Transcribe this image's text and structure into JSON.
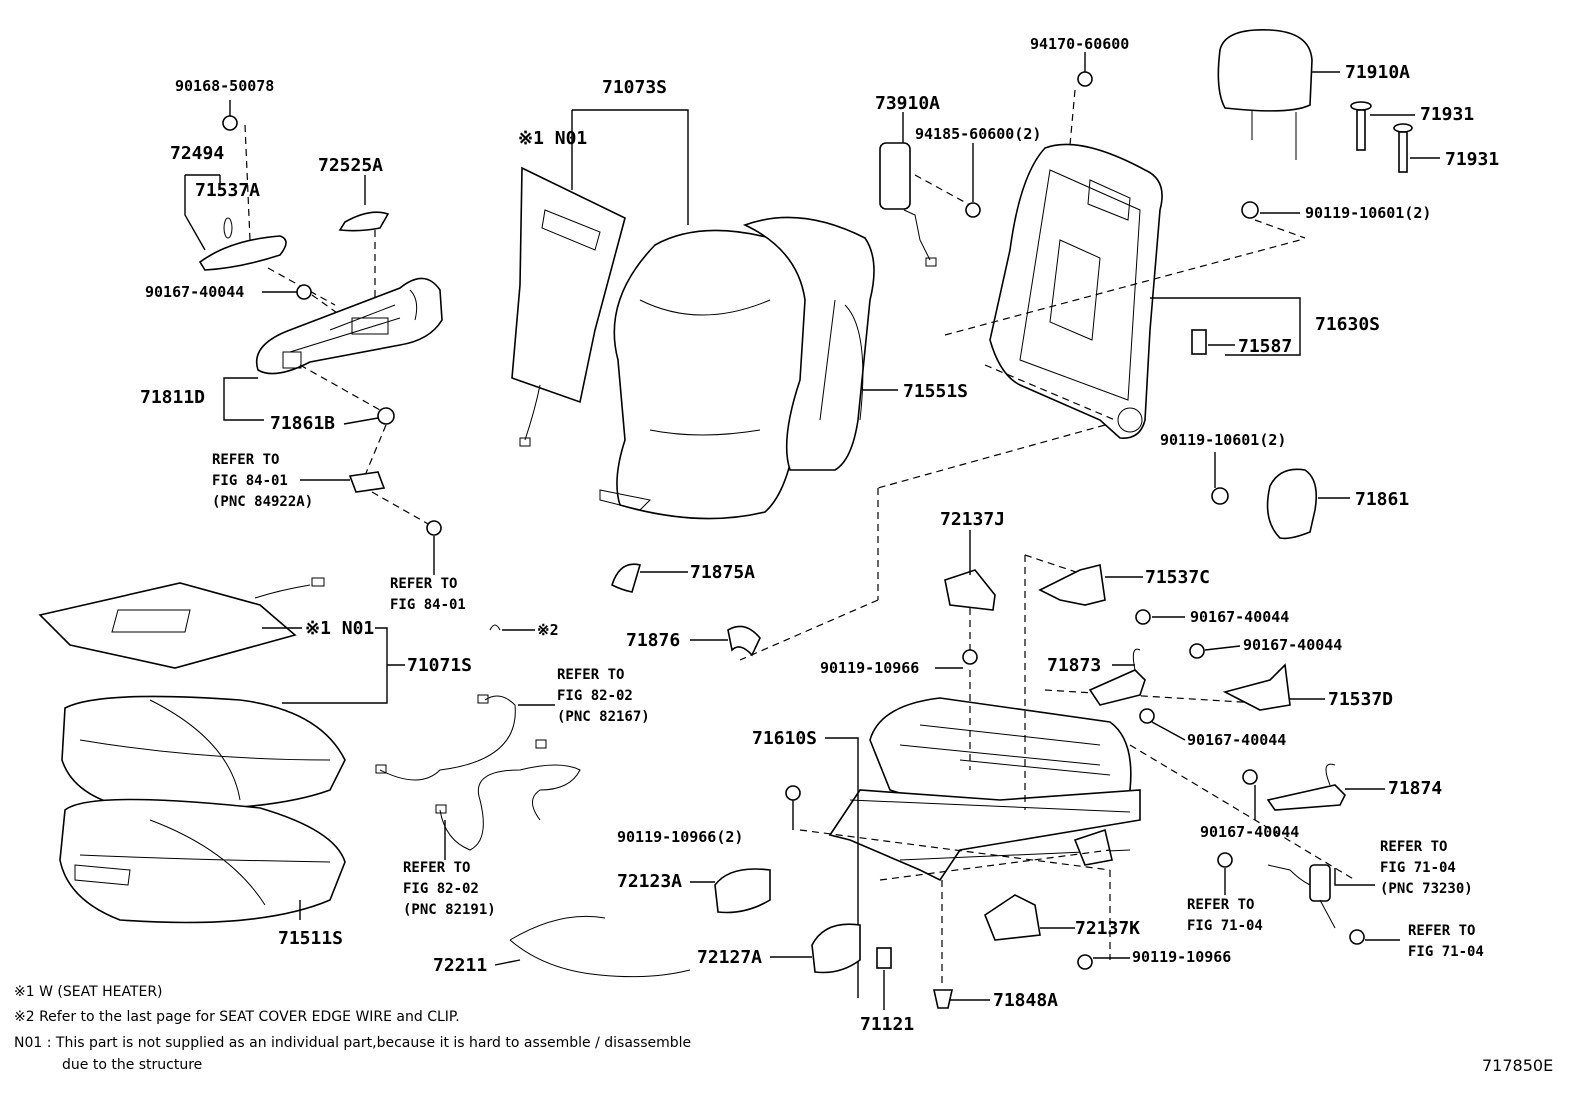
{
  "diagram_id": "717850E",
  "labels": {
    "p90168_50078": "90168-50078",
    "p72494": "72494",
    "p71537A": "71537A",
    "p72525A": "72525A",
    "p90167_40044_a": "90167-40044",
    "p71811D": "71811D",
    "p71861B": "71861B",
    "p71073S": "71073S",
    "n01_top": "※1 N01",
    "p73910A": "73910A",
    "p94170_60600": "94170-60600",
    "p94185_60600": "94185-60600(2)",
    "p71910A": "71910A",
    "p71931_a": "71931",
    "p71931_b": "71931",
    "p90119_10601_a": "90119-10601(2)",
    "p71630S": "71630S",
    "p71587": "71587",
    "p71551S": "71551S",
    "p90119_10601_b": "90119-10601(2)",
    "p71861": "71861",
    "p71875A": "71875A",
    "p71876": "71876",
    "p72137J": "72137J",
    "p71537C": "71537C",
    "p90167_40044_b": "90167-40044",
    "p90167_40044_c": "90167-40044",
    "p90119_10966_a": "90119-10966",
    "p71873": "71873",
    "p71537D": "71537D",
    "p71610S": "71610S",
    "p90167_40044_d": "90167-40044",
    "p71874": "71874",
    "p90167_40044_e": "90167-40044",
    "p90119_10966_b": "90119-10966(2)",
    "p72123A": "72123A",
    "p72137K": "72137K",
    "p90119_10966_c": "90119-10966",
    "p72127A": "72127A",
    "p72211": "72211",
    "p71121": "71121",
    "p71848A": "71848A",
    "n01_bottom": "※1 N01",
    "p71071S": "71071S",
    "p71511S": "71511S",
    "mark2": "※2"
  },
  "references": {
    "ref_84_01_pnc": [
      "REFER TO",
      "FIG 84-01",
      "(PNC 84922A)"
    ],
    "ref_84_01": [
      "REFER TO",
      "FIG 84-01"
    ],
    "ref_82_02_a": [
      "REFER TO",
      "FIG 82-02",
      "(PNC 82167)"
    ],
    "ref_82_02_b": [
      "REFER TO",
      "FIG 82-02",
      "(PNC 82191)"
    ],
    "ref_71_04_pnc": [
      "REFER TO",
      "FIG 71-04",
      "(PNC 73230)"
    ],
    "ref_71_04_a": [
      "REFER TO",
      "FIG 71-04"
    ],
    "ref_71_04_b": [
      "REFER TO",
      "FIG 71-04"
    ]
  },
  "notes": [
    "※1  W (SEAT  HEATER)",
    "※2  Refer to the last page for SEAT COVER EDGE WIRE and CLIP.",
    "N01 : This part is not supplied as an individual part,because it is hard to assemble / disassemble",
    "due to the structure"
  ]
}
